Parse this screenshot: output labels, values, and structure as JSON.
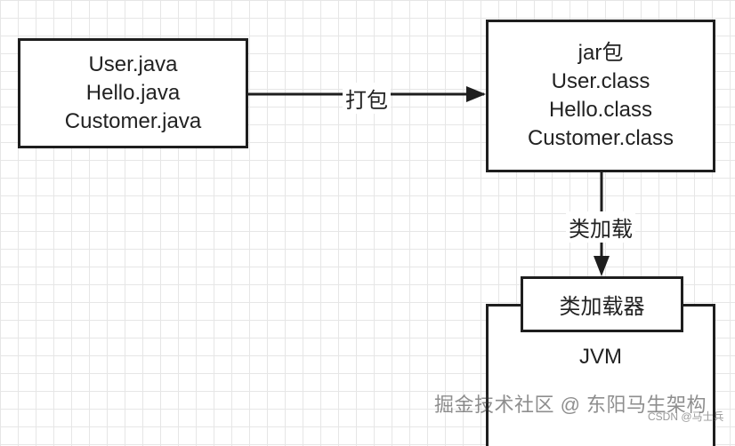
{
  "source_box": {
    "lines": [
      "User.java",
      "Hello.java",
      "Customer.java"
    ]
  },
  "jar_box": {
    "lines": [
      "jar包",
      "User.class",
      "Hello.class",
      "Customer.class"
    ]
  },
  "edges": {
    "pack_label": "打包",
    "load_label": "类加载"
  },
  "loader_box": {
    "label": "类加载器"
  },
  "jvm": {
    "label": "JVM"
  },
  "watermark": {
    "main": "掘金技术社区 @ 东阳马生架构",
    "sub": "CSDN @马士兵"
  },
  "colors": {
    "stroke": "#1e1e1e",
    "grid": "#e6e6e6",
    "background": "#ffffff"
  }
}
